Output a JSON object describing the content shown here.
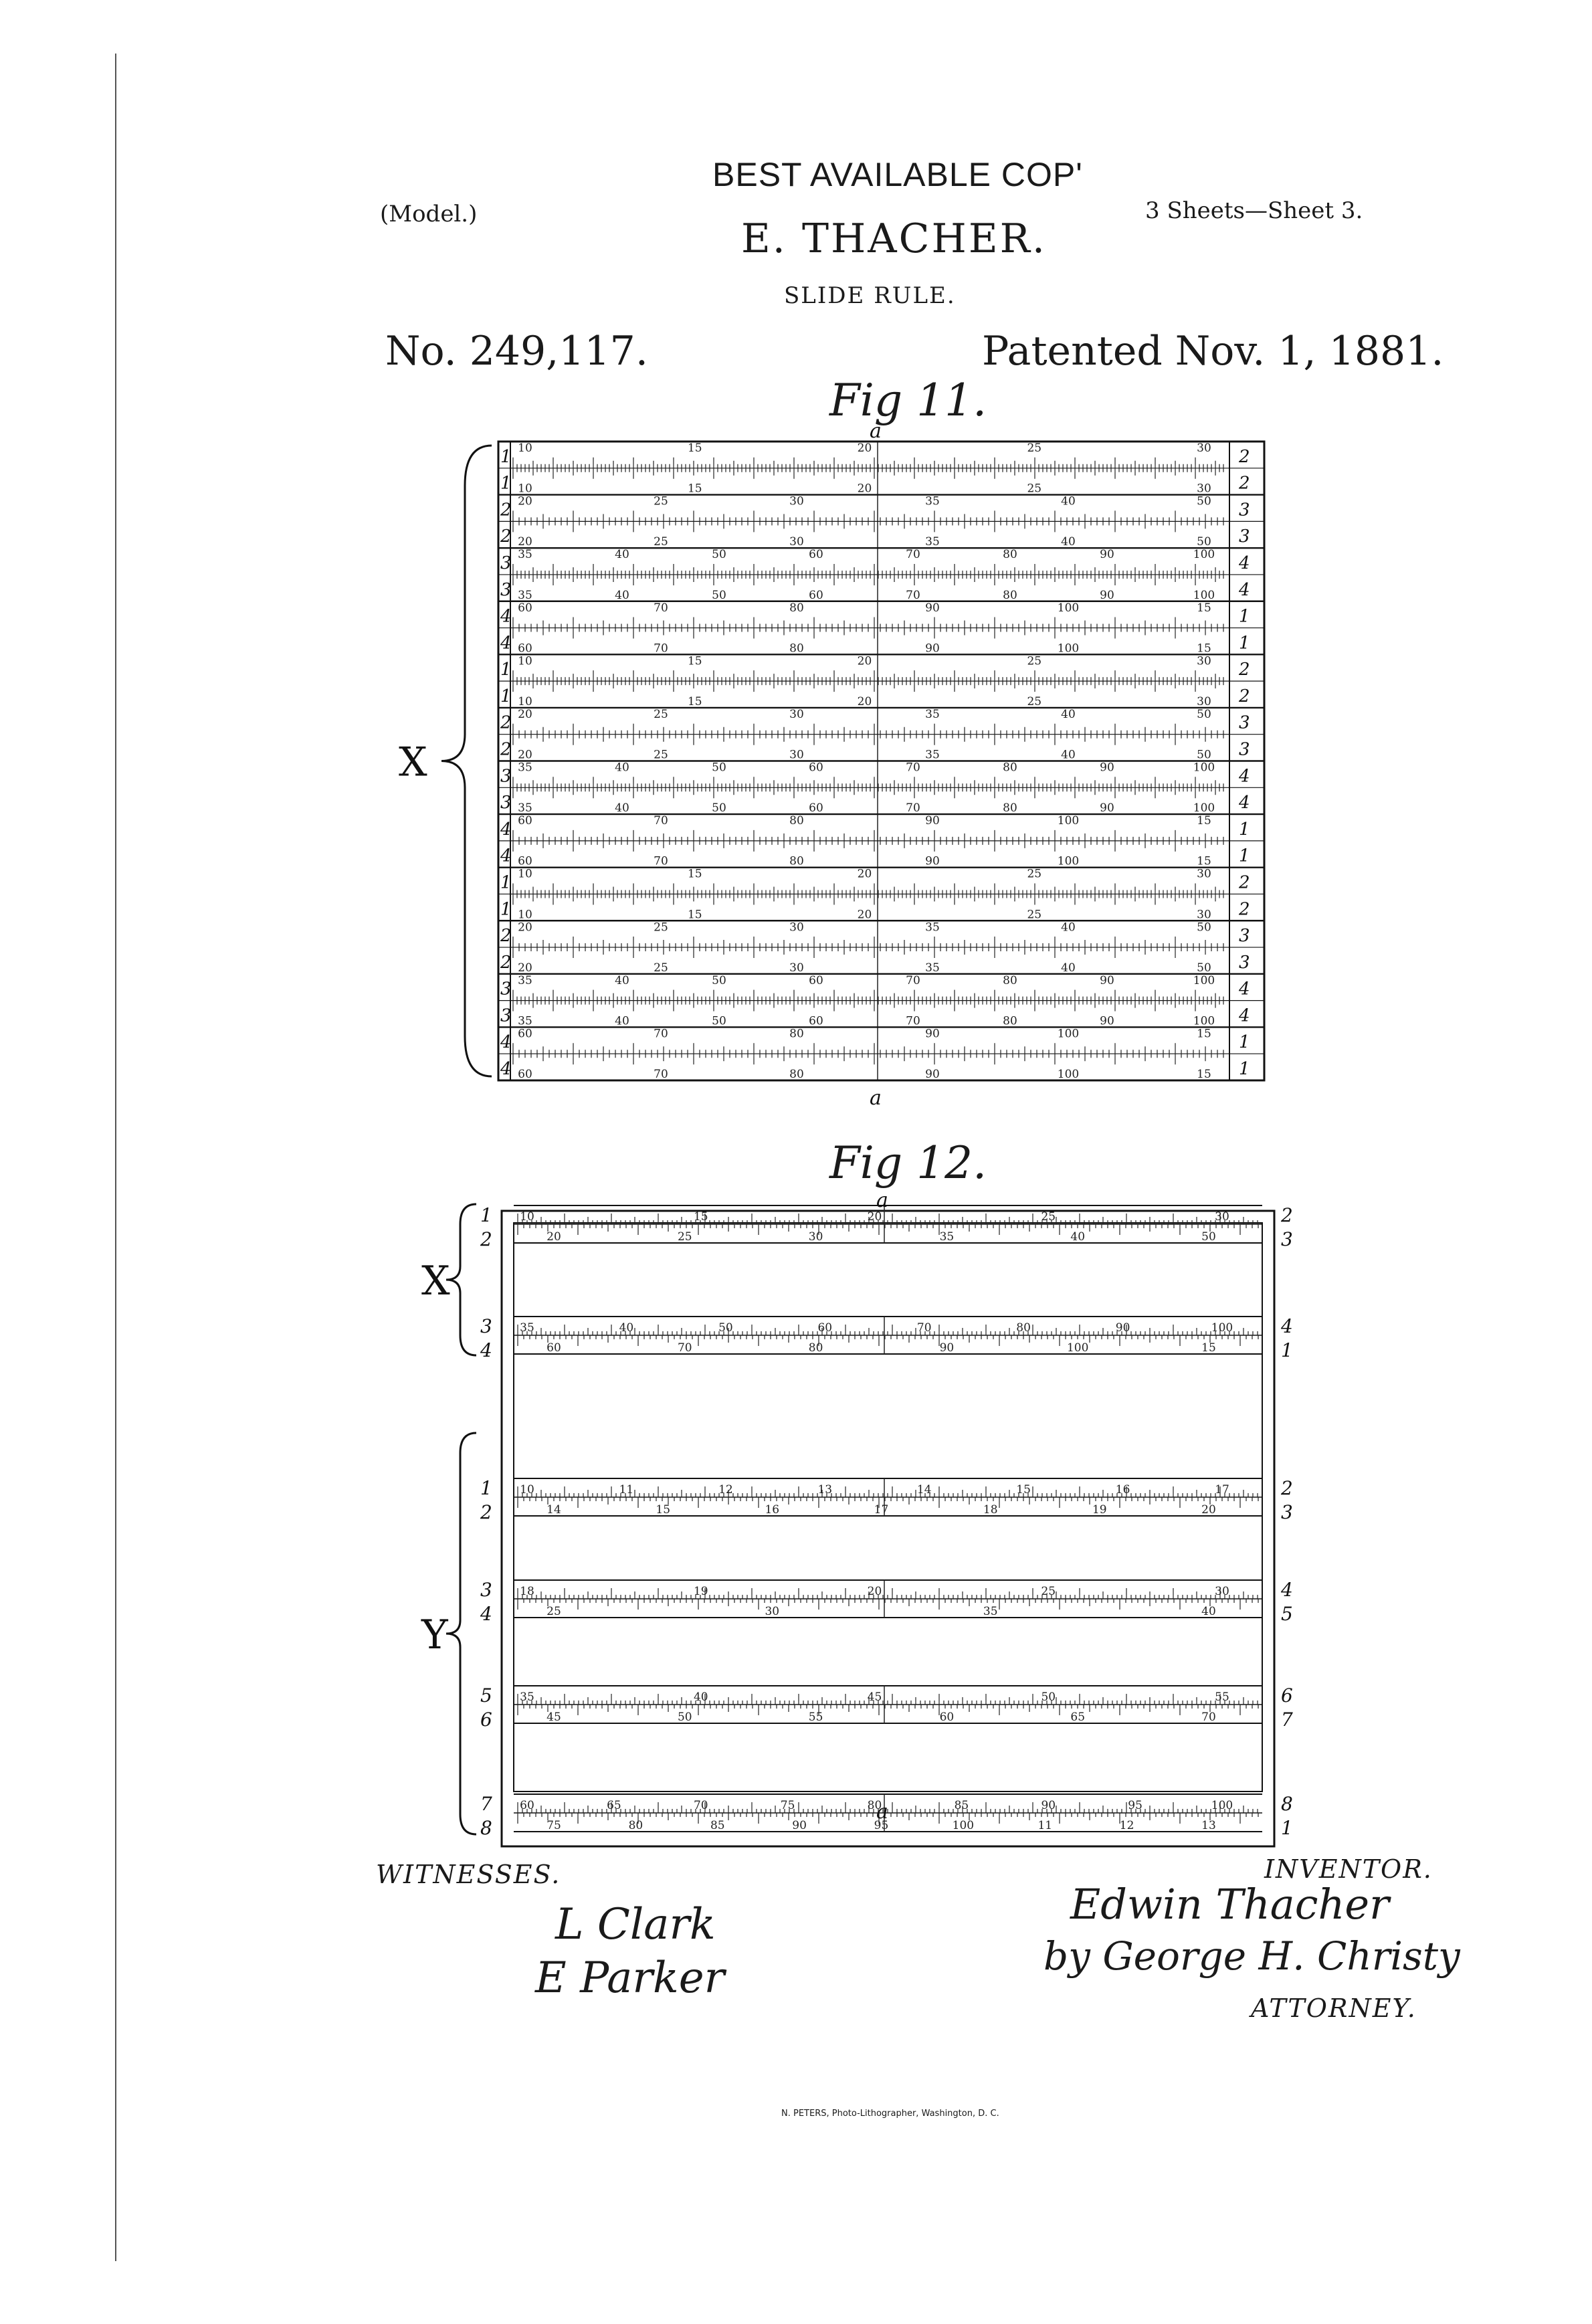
{
  "header": {
    "stamp": "BEST AVAILABLE COP'",
    "model": "(Model.)",
    "sheets": "3 Sheets—Sheet 3.",
    "inventor": "E. THACHER.",
    "subject": "SLIDE RULE.",
    "patent_no": "No. 249,117.",
    "patent_date": "Patented Nov. 1, 1881."
  },
  "fig11": {
    "title": "Fig 11.",
    "top_mark": "a",
    "bottom_mark": "a",
    "brace_label": "X",
    "row_left": [
      "1",
      "1",
      "2",
      "2",
      "3",
      "3",
      "4",
      "4",
      "1",
      "1",
      "2",
      "2",
      "3",
      "3",
      "4",
      "4",
      "1",
      "1",
      "2",
      "2",
      "3",
      "3",
      "4",
      "4"
    ],
    "row_right": [
      "2",
      "2",
      "3",
      "3",
      "4",
      "4",
      "1",
      "1",
      "2",
      "2",
      "3",
      "3",
      "4",
      "4",
      "1",
      "1",
      "2",
      "2",
      "3",
      "3",
      "4",
      "4",
      "1",
      "1"
    ],
    "scales": [
      {
        "labels": [
          "10",
          "15",
          "20",
          "25",
          "30"
        ]
      },
      {
        "labels": [
          "20",
          "25",
          "30",
          "35",
          "40",
          "50"
        ]
      },
      {
        "labels": [
          "35",
          "40",
          "50",
          "60",
          "70",
          "80",
          "90",
          "100"
        ]
      },
      {
        "labels": [
          "60",
          "70",
          "80",
          "90",
          "100",
          "15"
        ]
      }
    ]
  },
  "fig12": {
    "title": "Fig 12.",
    "top_mark": "a",
    "bottom_mark": "a",
    "x_label": "X",
    "y_label": "Y",
    "x_groups": [
      {
        "left": [
          "1",
          "2"
        ],
        "right": [
          "2",
          "3"
        ],
        "top": [
          "10",
          "15",
          "20",
          "25",
          "30"
        ],
        "bottom": [
          "20",
          "25",
          "30",
          "35",
          "40",
          "50"
        ]
      },
      {
        "left": [
          "3",
          "4"
        ],
        "right": [
          "4",
          "1"
        ],
        "top": [
          "35",
          "40",
          "50",
          "60",
          "70",
          "80",
          "90",
          "100"
        ],
        "bottom": [
          "60",
          "70",
          "80",
          "90",
          "100",
          "15"
        ]
      }
    ],
    "y_groups": [
      {
        "left": [
          "1",
          "2"
        ],
        "right": [
          "2",
          "3"
        ],
        "top": [
          "10",
          "11",
          "12",
          "13",
          "14",
          "15",
          "16",
          "17"
        ],
        "bottom": [
          "14",
          "15",
          "16",
          "17",
          "18",
          "19",
          "20"
        ]
      },
      {
        "left": [
          "3",
          "4"
        ],
        "right": [
          "4",
          "5"
        ],
        "top": [
          "18",
          "19",
          "20",
          "25",
          "30"
        ],
        "bottom": [
          "25",
          "30",
          "35",
          "40"
        ]
      },
      {
        "left": [
          "5",
          "6"
        ],
        "right": [
          "6",
          "7"
        ],
        "top": [
          "35",
          "40",
          "45",
          "50",
          "55"
        ],
        "bottom": [
          "45",
          "50",
          "55",
          "60",
          "65",
          "70"
        ]
      },
      {
        "left": [
          "7",
          "8"
        ],
        "right": [
          "8",
          "1"
        ],
        "top": [
          "60",
          "65",
          "70",
          "75",
          "80",
          "85",
          "90",
          "95",
          "100"
        ],
        "bottom": [
          "75",
          "80",
          "85",
          "90",
          "95",
          "100",
          "11",
          "12",
          "13"
        ]
      }
    ]
  },
  "footer": {
    "witnesses": "WITNESSES.",
    "inventor_label": "INVENTOR.",
    "attorney_label": "ATTORNEY.",
    "witness_sig_1": "L Clark",
    "witness_sig_2": "E Parker",
    "inventor_sig": "Edwin Thacher",
    "attorney_sig": "by George H. Christy",
    "lithographer": "N. PETERS, Photo-Lithographer, Washington, D. C."
  }
}
